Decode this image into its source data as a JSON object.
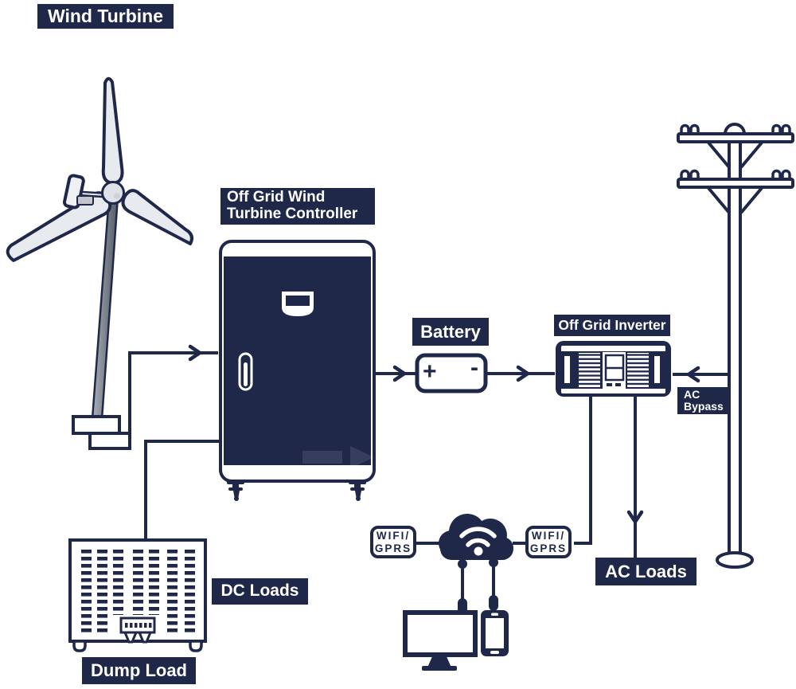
{
  "colors": {
    "navy": "#20284a",
    "white": "#ffffff",
    "blade_gray": "#e7eaee",
    "tower_gray": "#8f96a0"
  },
  "labels": {
    "wind_turbine": "Wind Turbine",
    "controller_line1": "Off Grid Wind",
    "controller_line2": "Turbine Controller",
    "battery": "Battery",
    "inverter": "Off Grid Inverter",
    "ac_bypass_line1": "AC",
    "ac_bypass_line2": "Bypass",
    "ac_loads": "AC Loads",
    "dc_loads": "DC Loads",
    "dump_load": "Dump Load"
  },
  "battery_icon": {
    "plus": "+",
    "minus": "-"
  },
  "wifi_left": {
    "line1": "WIFI/",
    "line2": "GPRS"
  },
  "wifi_right": {
    "line1": "WIFI/",
    "line2": "GPRS"
  },
  "icons": {
    "wind_turbine": "wind-turbine-icon",
    "controller_cabinet": "controller-cabinet-icon",
    "battery": "battery-icon",
    "inverter": "inverter-icon",
    "utility_pole": "utility-pole-icon",
    "cloud_wifi": "cloud-wifi-icon",
    "monitor": "monitor-icon",
    "phone": "phone-icon",
    "dump_load_resistor": "dump-load-icon"
  }
}
